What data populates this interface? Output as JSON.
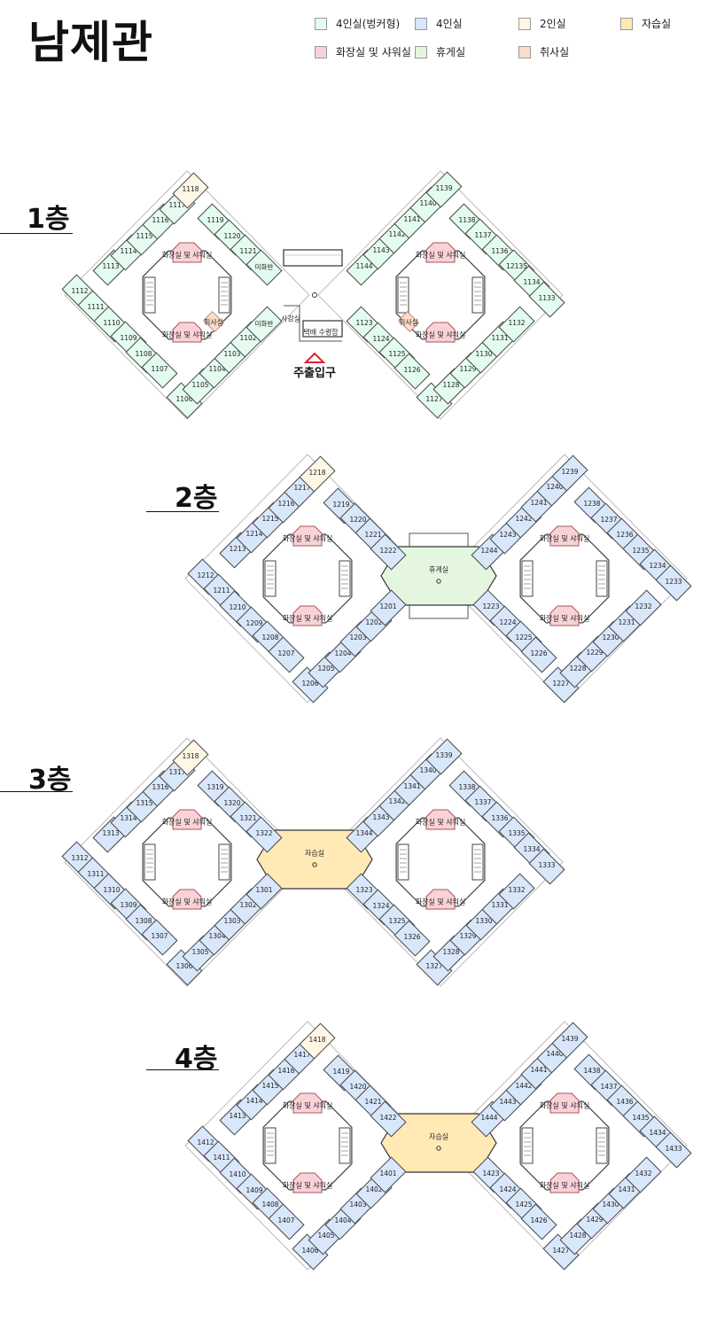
{
  "title": "남제관",
  "legend": [
    {
      "label": "4인실(벙커형)",
      "color": "#e4fbef"
    },
    {
      "label": "4인실",
      "color": "#d9e7fb"
    },
    {
      "label": "2인실",
      "color": "#fff7e6"
    },
    {
      "label": "자습실",
      "color": "#ffe9b5"
    },
    {
      "label": "화장실 및 샤워실",
      "color": "#f9d2d8"
    },
    {
      "label": "휴게실",
      "color": "#e4f6e0"
    },
    {
      "label": "취사실",
      "color": "#fcdcca"
    }
  ],
  "common": {
    "toilet": "화장실 및 샤워실",
    "kitchen": "취사실",
    "cleaning": "미화반"
  },
  "floors": [
    {
      "label": "1층",
      "center_label": "",
      "office": "사감실",
      "parcel": "택배 수령함",
      "entrance": "주출입구",
      "left": [
        "1112",
        "1113",
        "1114",
        "1115",
        "1116",
        "1117",
        "1118",
        "1119",
        "1120",
        "1121",
        "1111",
        "1110",
        "1109",
        "1108",
        "1107",
        "1106",
        "1105",
        "1104",
        "1103",
        "1102"
      ],
      "right": [
        "1144",
        "1143",
        "1142",
        "1141",
        "1140",
        "1139",
        "1138",
        "1137",
        "1136",
        "12135",
        "1134",
        "1133",
        "1123",
        "1124",
        "1125",
        "1126",
        "1127",
        "1128",
        "1129",
        "1130",
        "1131",
        "1132"
      ]
    },
    {
      "label": "2층",
      "center_label": "휴게실",
      "left": [
        "1212",
        "1213",
        "1214",
        "1215",
        "1216",
        "1217",
        "1218",
        "1219",
        "1220",
        "1221",
        "1222",
        "1211",
        "1210",
        "1209",
        "1208",
        "1207",
        "1206",
        "1205",
        "1204",
        "1203",
        "1202",
        "1201"
      ],
      "right": [
        "1244",
        "1243",
        "1242",
        "1241",
        "1240",
        "1239",
        "1238",
        "1237",
        "1236",
        "1235",
        "1234",
        "1233",
        "1223",
        "1224",
        "1225",
        "1226",
        "1227",
        "1228",
        "1229",
        "1230",
        "1231",
        "1232"
      ]
    },
    {
      "label": "3층",
      "center_label": "자습실",
      "left": [
        "1312",
        "1313",
        "1314",
        "1315",
        "1316",
        "1317",
        "1318",
        "1319",
        "1320",
        "1321",
        "1322",
        "1311",
        "1310",
        "1309",
        "1308",
        "1307",
        "1306",
        "1305",
        "1304",
        "1303",
        "1302",
        "1301"
      ],
      "right": [
        "1344",
        "1343",
        "1342",
        "1341",
        "1340",
        "1339",
        "1338",
        "1337",
        "1336",
        "1335",
        "1334",
        "1333",
        "1323",
        "1324",
        "1325",
        "1326",
        "1327",
        "1328",
        "1329",
        "1330",
        "1331",
        "1332"
      ]
    },
    {
      "label": "4층",
      "center_label": "자습실",
      "left": [
        "1412",
        "1413",
        "1414",
        "1415",
        "1416",
        "1417",
        "1418",
        "1419",
        "1420",
        "1421",
        "1422",
        "1411",
        "1410",
        "1409",
        "1408",
        "1407",
        "1406",
        "1405",
        "1404",
        "1403",
        "1402",
        "1401"
      ],
      "right": [
        "1444",
        "1443",
        "1442",
        "1441",
        "1440",
        "1439",
        "1438",
        "1437",
        "1436",
        "1435",
        "1434",
        "1433",
        "1423",
        "1424",
        "1425",
        "1426",
        "1427",
        "1428",
        "1429",
        "1430",
        "1431",
        "1432"
      ]
    }
  ]
}
